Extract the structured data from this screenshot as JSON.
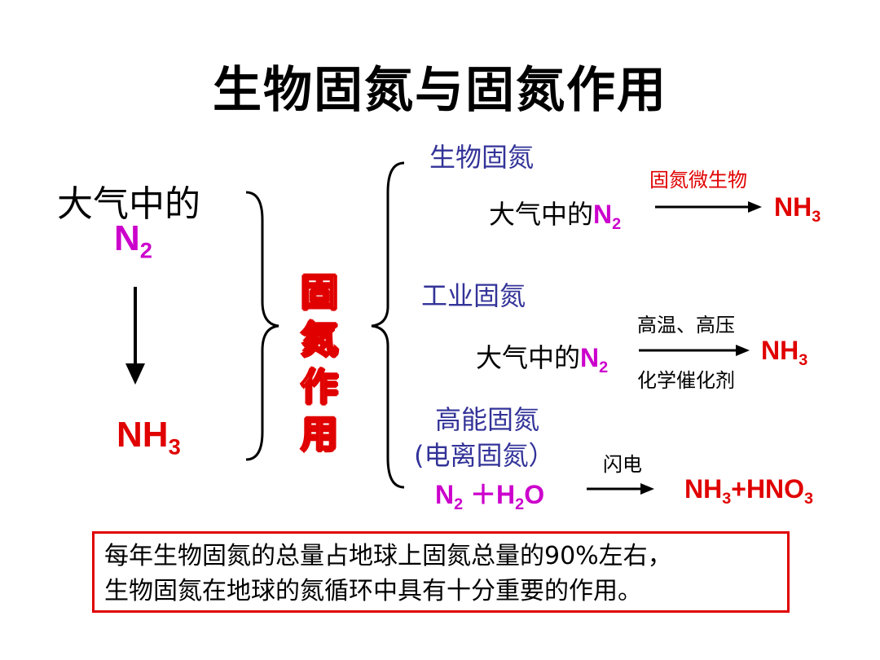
{
  "title": "生物固氮与固氮作用",
  "left": {
    "top_label": "大气中的",
    "n2": "N",
    "n2_sub": "2",
    "nh3": "NH",
    "nh3_sub": "3"
  },
  "center_label": [
    "固",
    "氮",
    "作",
    "用"
  ],
  "bio": {
    "heading": "生物固氮",
    "condition": "固氮微生物",
    "reactant_prefix": "大气中的",
    "n": "N",
    "n_sub": "2",
    "product": "NH",
    "product_sub": "3"
  },
  "industrial": {
    "heading": "工业固氮",
    "condition_top": "高温、高压",
    "condition_bottom": "化学催化剂",
    "reactant_prefix": "大气中的",
    "n": "N",
    "n_sub": "2",
    "product": "NH",
    "product_sub": "3"
  },
  "high_energy": {
    "heading": "高能固氮",
    "subheading": "(电离固氮）",
    "condition": "闪电",
    "n": "N",
    "n_sub": "2",
    "plus": " ＋H",
    "h_sub": "2",
    "o": "O",
    "product_nh": "NH",
    "product_nh_sub": "3",
    "product_rest": "+HNO",
    "product_rest_sub": "3"
  },
  "note": {
    "line1": "每年生物固氮的总量占地球上固氮总量的90%左右，",
    "line2": "生物固氮在地球的氮循环中具有十分重要的作用。"
  },
  "colors": {
    "heading": "#333399",
    "formula": "#cc00cc",
    "product": "#e00000",
    "border": "#e00000"
  }
}
